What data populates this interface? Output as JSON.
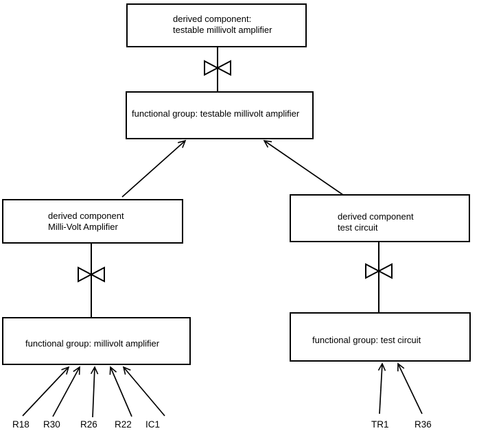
{
  "nodes": {
    "derived_testable": {
      "line1": "derived component:",
      "line2": "testable millivolt amplifier"
    },
    "fg_testable": {
      "label": "functional group: testable millivolt amplifier"
    },
    "derived_millivolt": {
      "line1": "derived component",
      "line2": "Milli-Volt Amplifier"
    },
    "derived_test": {
      "line1": "derived component",
      "line2": "test circuit"
    },
    "fg_millivolt": {
      "label": "functional group: millivolt amplifier"
    },
    "fg_test": {
      "label": "functional group: test circuit"
    }
  },
  "components": {
    "left": [
      "R18",
      "R30",
      "R26",
      "R22",
      "IC1"
    ],
    "right": [
      "TR1",
      "R36"
    ]
  },
  "colors": {
    "line": "#000000",
    "background": "#ffffff"
  }
}
